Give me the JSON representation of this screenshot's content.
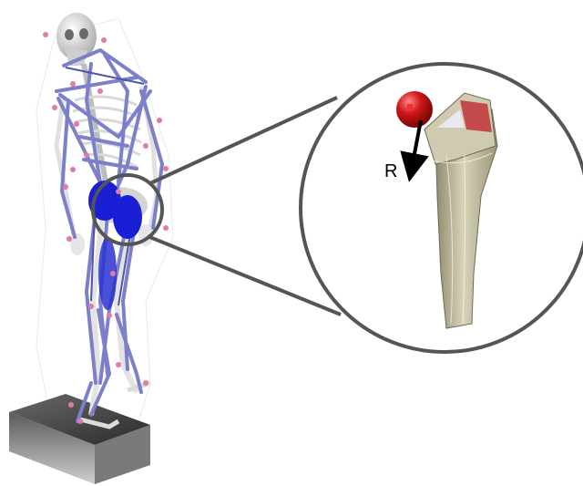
{
  "figure": {
    "force_label": "R",
    "colors": {
      "muscle": "#7b80c8",
      "muscle_dark": "#4e55a8",
      "deep_muscle": "#1a1fd6",
      "bone": "#e8e8e8",
      "marker": "#e07aa8",
      "implant_ball": "#d01818",
      "stem": "#c9c4a6",
      "zoom_ring": "#555555",
      "force_arrow": "#000000",
      "platform": "#3a3a3a"
    },
    "icons": [
      "skeleton-figure",
      "force-plate",
      "zoom-callout",
      "femoral-stem-implant",
      "femoral-head-ball",
      "force-arrow"
    ]
  }
}
